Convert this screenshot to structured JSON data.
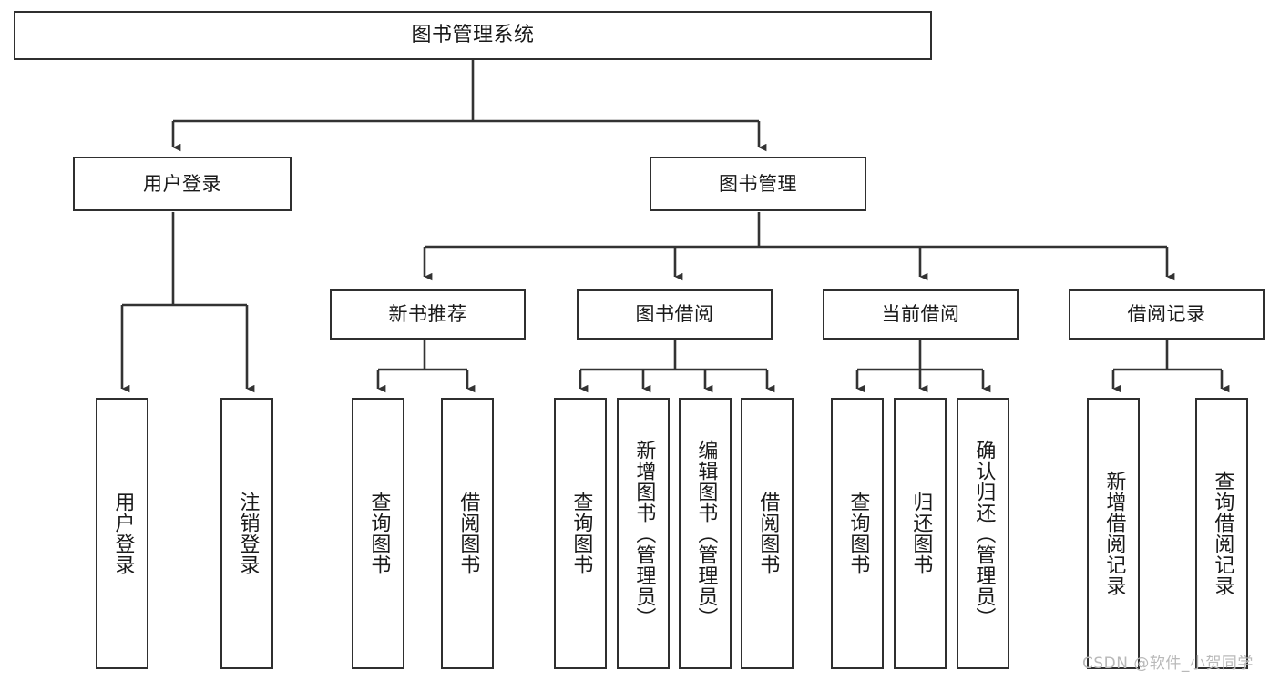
{
  "diagram": {
    "title": "图书管理系统",
    "type": "tree-hierarchy",
    "colors": {
      "box_border": "#2f2f2f",
      "box_fill": "#ffffff",
      "edge": "#333333",
      "text": "#1a1a1a",
      "watermark": "#b9b9b9",
      "background": "#ffffff"
    },
    "root": {
      "label": "图书管理系统"
    },
    "level2": [
      {
        "label": "用户登录"
      },
      {
        "label": "图书管理"
      }
    ],
    "level3": [
      {
        "label": "新书推荐"
      },
      {
        "label": "图书借阅"
      },
      {
        "label": "当前借阅"
      },
      {
        "label": "借阅记录"
      }
    ],
    "leaves": {
      "user_login": [
        {
          "label": "用户登录"
        },
        {
          "label": "注销登录"
        }
      ],
      "new_book_recommend": [
        {
          "label": "查询图书"
        },
        {
          "label": "借阅图书"
        }
      ],
      "book_borrow": [
        {
          "label": "查询图书"
        },
        {
          "label": "新增图书（管理员）"
        },
        {
          "label": "编辑图书（管理员）"
        },
        {
          "label": "借阅图书"
        }
      ],
      "current_borrow": [
        {
          "label": "查询图书"
        },
        {
          "label": "归还图书"
        },
        {
          "label": "确认归还（管理员）"
        }
      ],
      "borrow_record": [
        {
          "label": "新增借阅记录"
        },
        {
          "label": "查询借阅记录"
        }
      ]
    }
  },
  "watermark": {
    "text": "CSDN @软件_小贺同学"
  }
}
